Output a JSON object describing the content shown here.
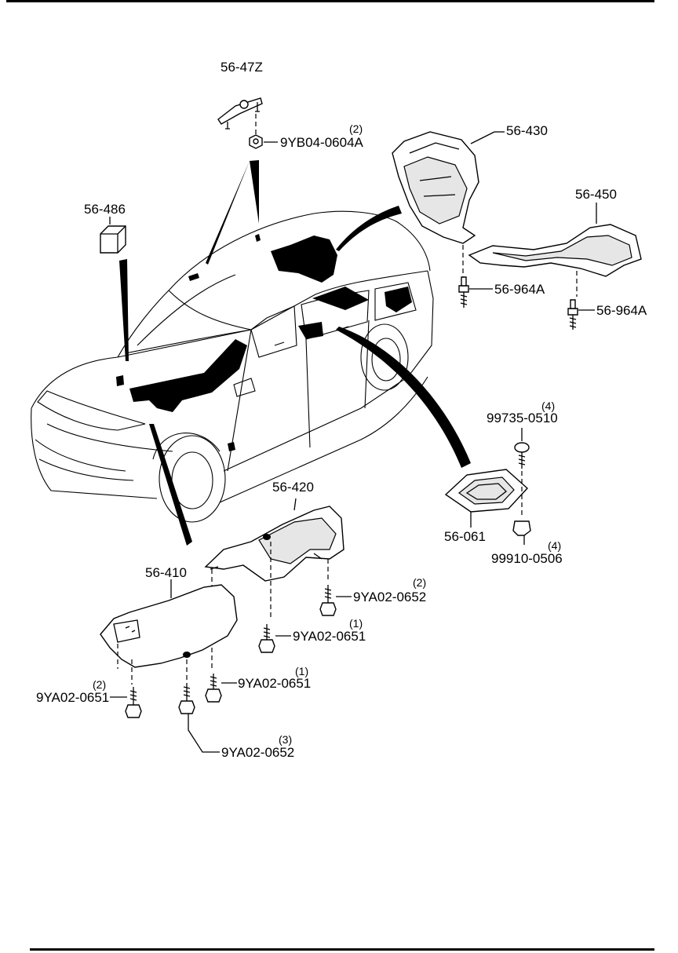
{
  "diagram": {
    "labels": {
      "p56_47z": "56-47Z",
      "p9yb04": "9YB04-0604A",
      "q9yb04": "(2)",
      "p56_430": "56-430",
      "p56_486": "56-486",
      "p56_450": "56-450",
      "p56_964a_1": "56-964A",
      "p56_964a_2": "56-964A",
      "p99735": "99735-0510",
      "q99735": "(4)",
      "p56_061": "56-061",
      "p99910": "99910-0506",
      "q99910": "(4)",
      "p56_420": "56-420",
      "p56_410": "56-410",
      "p9ya02_0652_a": "9YA02-0652",
      "q9ya02_0652_a": "(2)",
      "p9ya02_0651_a": "9YA02-0651",
      "q9ya02_0651_a": "(1)",
      "p9ya02_0651_b": "9YA02-0651",
      "q9ya02_0651_b": "(1)",
      "p9ya02_0651_c": "9YA02-0651",
      "q9ya02_0651_c": "(2)",
      "p9ya02_0652_b": "9YA02-0652",
      "q9ya02_0652_b": "(3)"
    }
  }
}
